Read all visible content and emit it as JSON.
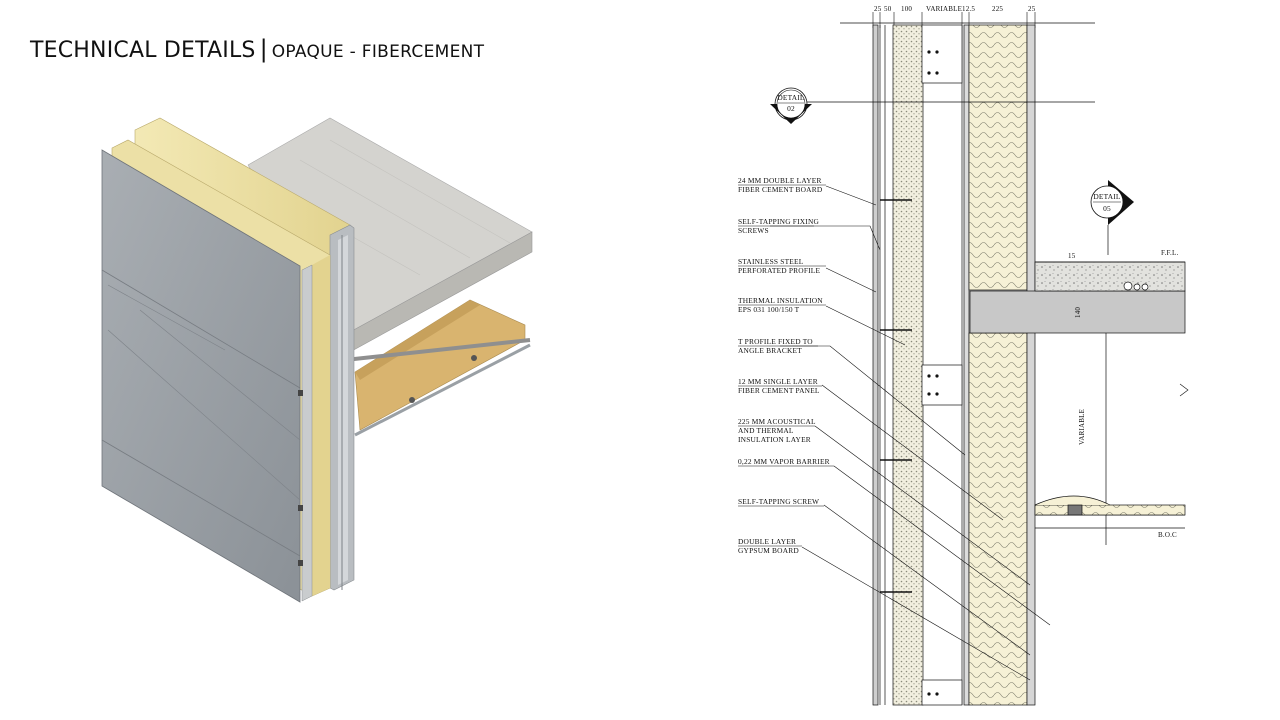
{
  "header": {
    "title": "TECHNICAL DETAILS",
    "separator": "|",
    "subtitle": "OPAQUE - FIBERCEMENT"
  },
  "section": {
    "dimensions": [
      "25",
      "50",
      "100",
      "VARIABLE",
      "12.5",
      "225",
      "25"
    ],
    "detail_markers": [
      {
        "word": "DETAIL",
        "number": "02"
      },
      {
        "word": "DETAIL",
        "number": "05"
      }
    ],
    "level_labels": {
      "ffl": "F.F.L.",
      "boc": "B.O.C"
    },
    "slab_dims": {
      "top": "15",
      "slab": "140"
    },
    "variable_label": "VARIABLE",
    "callouts": [
      {
        "line1": "24 MM DOUBLE LAYER",
        "line2": "FIBER CEMENT BOARD",
        "line3": ""
      },
      {
        "line1": "SELF-TAPPING FIXING",
        "line2": "SCREWS",
        "line3": ""
      },
      {
        "line1": "STAINLESS STEEL",
        "line2": "PERFORATED PROFILE",
        "line3": ""
      },
      {
        "line1": "THERMAL INSULATION",
        "line2": "EPS 031 100/150 T",
        "line3": ""
      },
      {
        "line1": "T PROFILE FIXED TO",
        "line2": "ANGLE BRACKET",
        "line3": ""
      },
      {
        "line1": "12 MM SINGLE LAYER",
        "line2": "FIBER CEMENT PANEL",
        "line3": ""
      },
      {
        "line1": "225 MM ACOUSTICAL",
        "line2": "AND THERMAL",
        "line3": "INSULATION LAYER"
      },
      {
        "line1": "0,22 MM VAPOR BARRIER",
        "line2": "",
        "line3": ""
      },
      {
        "line1": "SELF-TAPPING SCREW",
        "line2": "",
        "line3": ""
      },
      {
        "line1": "DOUBLE LAYER",
        "line2": "GYPSUM BOARD",
        "line3": ""
      }
    ]
  },
  "colors": {
    "fiber_cement": "#9aa0a6",
    "insulation": "#efe3a8",
    "timber": "#d8b675",
    "slab": "#dcdcd8",
    "line": "#111111"
  }
}
